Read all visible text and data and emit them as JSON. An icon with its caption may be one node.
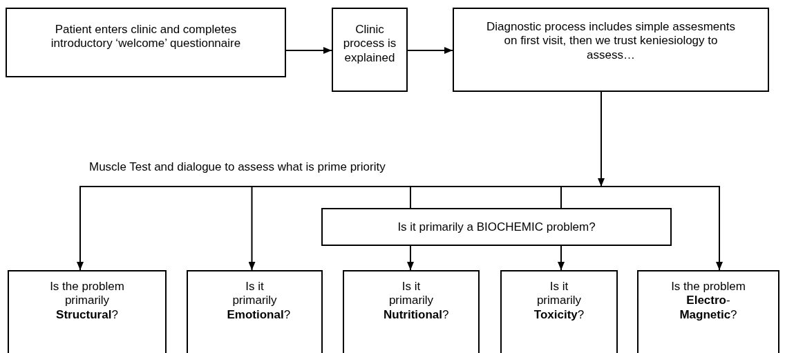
{
  "diagram": {
    "nodes": [
      {
        "text": [
          "Patient enters clinic and completes introductory ‘welcome’ questionnaire"
        ]
      },
      {
        "text": [
          "Clinic process is explained"
        ]
      },
      {
        "text": [
          "Diagnostic process includes simple assesments on first visit, then we trust keniesiology to assess…"
        ]
      },
      {
        "text": [
          "Is it primarily a BIOCHEMIC problem?"
        ]
      },
      {
        "text": [
          "Is the problem primarily **Structural**?"
        ]
      },
      {
        "text": [
          "Is it primarily **Emotional**?"
        ]
      },
      {
        "text": [
          "Is it primarily **Nutritional**?"
        ]
      },
      {
        "text": [
          "Is it primarily **Toxicity**?"
        ]
      },
      {
        "text": [
          "Is the problem **Electro**-**Magnetic**?"
        ]
      }
    ],
    "edges": [
      {
        "from": 0,
        "to": 1,
        "arrow": "to"
      },
      {
        "from": 1,
        "to": 2,
        "arrow": "to"
      },
      {
        "from": 2,
        "to": 4,
        "arrow": "to"
      },
      {
        "from": 2,
        "to": 5,
        "arrow": "to"
      },
      {
        "from": 2,
        "to": 3,
        "arrow": "none"
      },
      {
        "from": 2,
        "to": 8,
        "arrow": "to"
      },
      {
        "from": 3,
        "to": 6,
        "arrow": "to"
      },
      {
        "from": 3,
        "to": 7,
        "arrow": "to"
      }
    ],
    "labels": [
      "Muscle Test and dialogue to assess what is prime priority"
    ]
  }
}
